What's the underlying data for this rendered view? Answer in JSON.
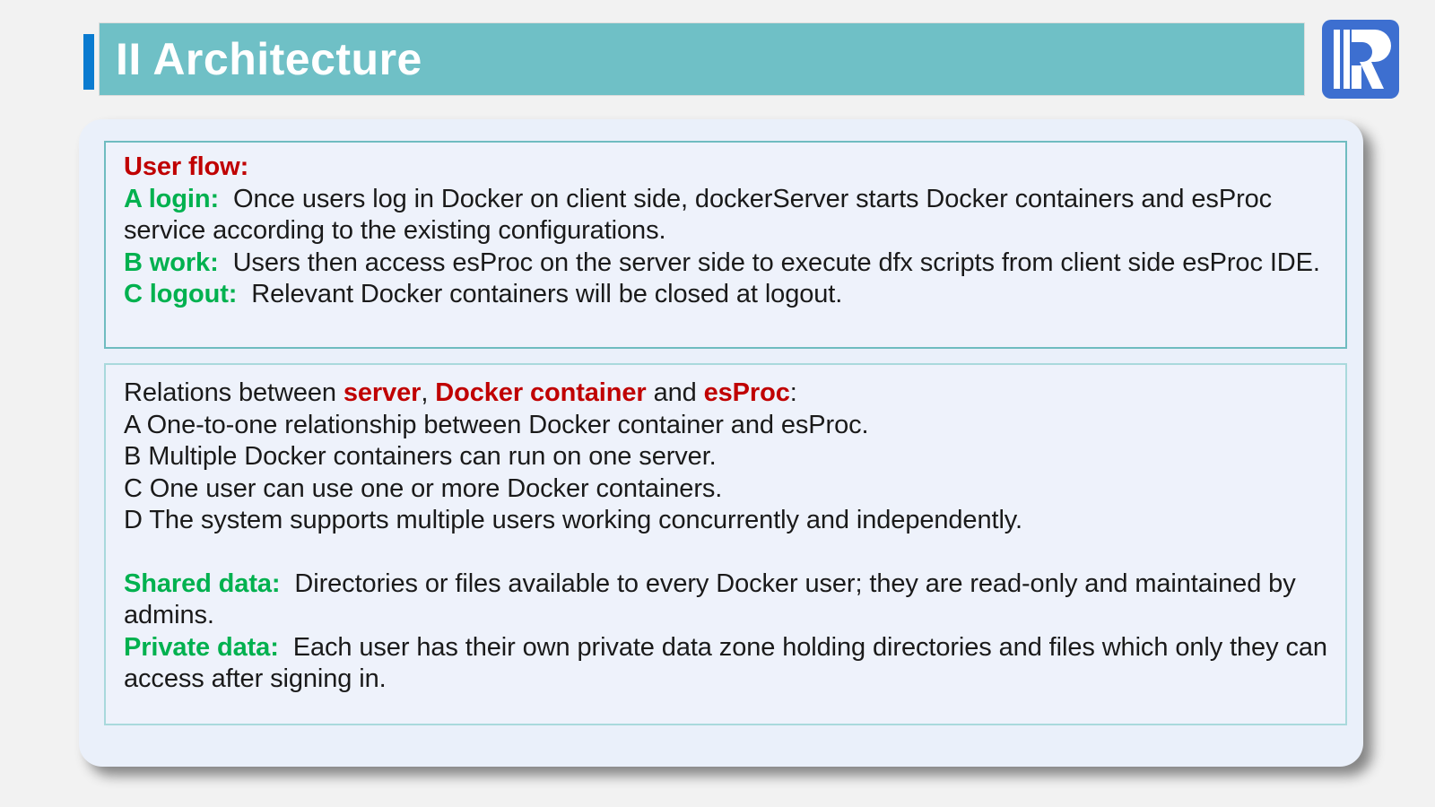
{
  "header": {
    "title": "II Architecture",
    "accent_color": "#0a7bd0",
    "bar_color": "#6fc0c6",
    "logo_name": "raqsoft-logo",
    "logo_color": "#3d6fd0"
  },
  "colors": {
    "page_background": "#f2f2f2",
    "panel_background": "#eaf0fa",
    "box_background": "#eef2fb",
    "box_border_strong": "#6fbcc0",
    "box_border_light": "#a9d9dc",
    "keyword_red": "#c00000",
    "keyword_green": "#00b14f",
    "body_text": "#1a1a1a"
  },
  "user_flow_box": {
    "heading": "User flow:",
    "items": [
      {
        "label": "A login:",
        "text": "Once users log in Docker on client side, dockerServer starts Docker containers and esProc service according to the existing configurations."
      },
      {
        "label": "B work:",
        "text": "Users then access esProc on the server side to execute dfx scripts from client side esProc IDE."
      },
      {
        "label": "C logout:",
        "text": "Relevant Docker containers will be closed at logout."
      }
    ]
  },
  "relations_box": {
    "intro_prefix": "Relations between ",
    "intro_k1": "server",
    "intro_sep1": ", ",
    "intro_k2": "Docker container",
    "intro_sep2": " and ",
    "intro_k3": "esProc",
    "intro_suffix": ":",
    "points": [
      "A One-to-one relationship between Docker container and esProc.",
      "B Multiple Docker containers can run on one server.",
      "C One user can use one or more Docker containers.",
      "D The system supports multiple users working concurrently and independently."
    ],
    "data_items": [
      {
        "label": "Shared data:",
        "text": "Directories or files available to every Docker user; they are read-only and maintained by admins."
      },
      {
        "label": "Private data:",
        "text": "Each user has their own private data zone holding directories and files which only they can access after signing in."
      }
    ]
  }
}
